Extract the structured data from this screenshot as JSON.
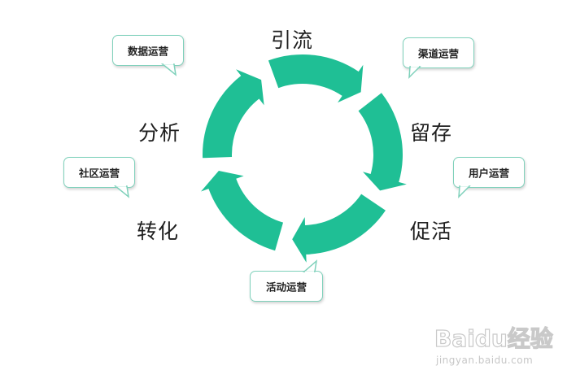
{
  "diagram": {
    "stages": [
      "引流",
      "留存",
      "促活",
      "转化",
      "分析"
    ],
    "bubbles": [
      "数据运营",
      "渠道运营",
      "用户运营",
      "活动运营",
      "社区运营"
    ],
    "arrow_color": "#1fbf95",
    "bubble_border_color": "#7fd1bb"
  },
  "watermark": {
    "brand": "Baidu经验",
    "url": "jingyan.baidu.com"
  }
}
